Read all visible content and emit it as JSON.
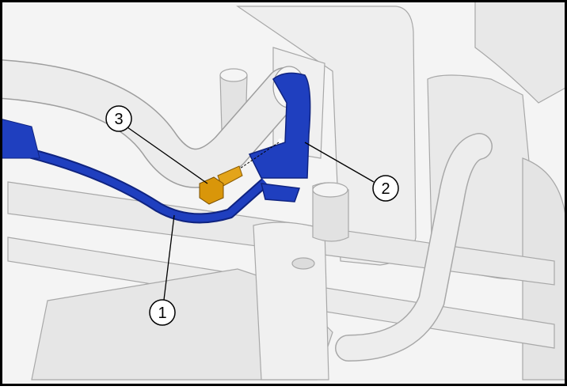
{
  "figure": {
    "callouts": [
      {
        "label": "1",
        "part": "bracket-pipe"
      },
      {
        "label": "2",
        "part": "mounting-bracket"
      },
      {
        "label": "3",
        "part": "bolt"
      }
    ]
  },
  "colors": {
    "background": "#f2f2f2",
    "component_fill": "#e6e6e6",
    "outline": "#9a9a9a",
    "bracket_blue": "#1f3fbf",
    "bracket_dark": "#0f2380",
    "bolt_orange": "#d9960a",
    "border": "#000000"
  }
}
